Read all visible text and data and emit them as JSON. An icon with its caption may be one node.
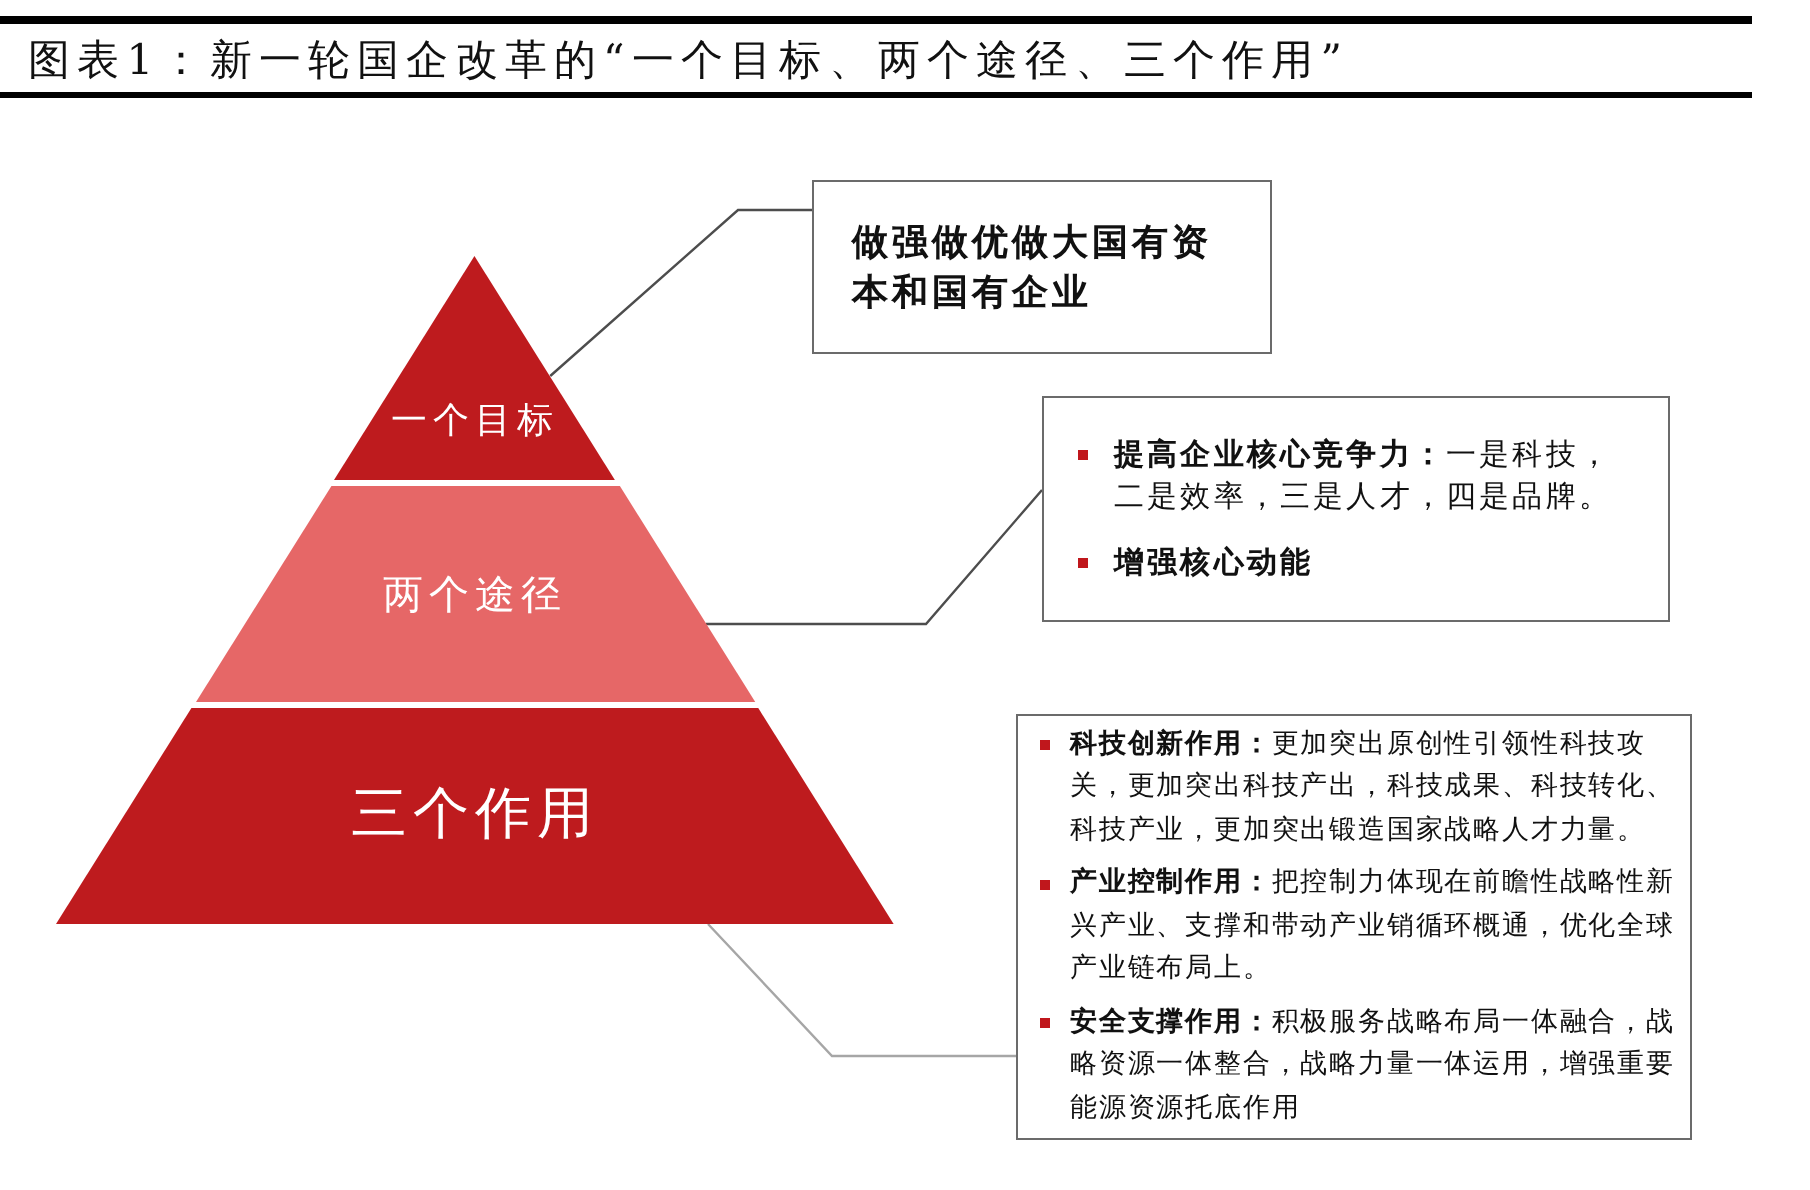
{
  "diagram": {
    "title": "图表1：新一轮国企改革的“一个目标、两个途径、三个作用”",
    "nodes": [
      {
        "text": [
          "一个目标"
        ]
      },
      {
        "text": [
          "两个途径"
        ]
      },
      {
        "text": [
          "三个作用"
        ]
      },
      {
        "text": [
          "做强做优做大国有资本和国有企业"
        ]
      },
      {
        "text": [
          "**提高企业核心竞争力：**一是科技，二是效率，三是人才，四是品牌。",
          "增强核心动能"
        ]
      },
      {
        "text": [
          "**科技创新作用：**更加突出原创性引领性科技攻关，更加突出科技产出，科技成果、科技转化、科技产业，更加突出锻造国家战略人才力量。",
          "**产业控制作用：**把控制力体现在前瞻性战略性新兴产业、支撑和带动产业销循环概通，优化全球产业链布局上。",
          "**安全支撑作用：**积极服务战略布局一体融合，战略资源一体整合，战略力量一体运用，增强重要能源资源托底作用"
        ]
      }
    ],
    "edges": [
      {
        "from": 0,
        "to": 3,
        "arrow": "none"
      },
      {
        "from": 1,
        "to": 4,
        "arrow": "none"
      },
      {
        "from": 2,
        "to": 5,
        "arrow": "none",
        "color": "#a6a6a6"
      }
    ]
  }
}
